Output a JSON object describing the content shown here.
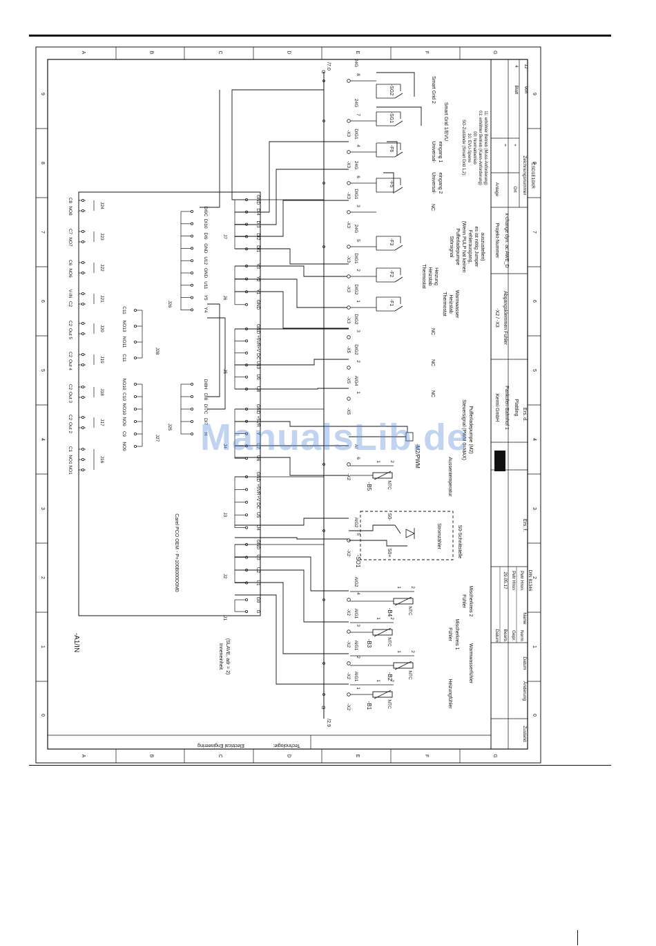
{
  "watermark": "ManualsLib.de",
  "grid": {
    "columns": [
      "A",
      "B",
      "C",
      "D",
      "E",
      "F",
      "G"
    ],
    "rows": [
      "9",
      "8",
      "7",
      "6",
      "5",
      "4",
      "3",
      "2",
      "1",
      "0"
    ]
  },
  "cross_refs": {
    "top": "/7.0",
    "bottom": "/2.9",
    "ground_top": "G",
    "ground_bottom": "G"
  },
  "controller": {
    "device_id": "-A1/IN",
    "model": "Carel PCO OEM - P+100B000D0M0",
    "unit_line1": "Inneneinheit",
    "unit_line2": "(SLAVE, adr = 2)"
  },
  "left_connectors": [
    {
      "id": "J24",
      "pins": [
        "C8",
        "NO8"
      ]
    },
    {
      "id": "J23",
      "pins": [
        "C7",
        "NO7"
      ]
    },
    {
      "id": "J22",
      "pins": [
        "C6",
        "NO6"
      ]
    },
    {
      "id": "J21",
      "pins": [
        "V-IN",
        "C2"
      ]
    },
    {
      "id": "J20",
      "pins": [
        "C2",
        "Out 5"
      ]
    },
    {
      "id": "J19",
      "pins": [
        "C2",
        "Out 4"
      ]
    },
    {
      "id": "J18",
      "pins": [
        "C2",
        "Out 3"
      ]
    },
    {
      "id": "J17",
      "pins": [
        "C2",
        "Out 2"
      ]
    },
    {
      "id": "J16",
      "pins": [
        "C1",
        "NO1",
        "NO1"
      ]
    }
  ],
  "mid_connectors": {
    "J28_label": "J28",
    "J28": [
      "C11",
      "NO13",
      "NO11",
      "C11"
    ],
    "J27_label": "J27",
    "J27": [
      "NO10",
      "C10",
      "NO10",
      "NO9",
      "C9",
      "NO9"
    ],
    "J26_label": "J26",
    "J26": [
      "DI9C",
      "DI10",
      "DI9",
      "GND",
      "U12",
      "GND",
      "U11",
      "Y5",
      "Y4"
    ],
    "J25_label": "J25",
    "J25": [
      "DI8H",
      "DI8",
      "DI7C",
      "DI7",
      "H"
    ]
  },
  "right_connectors": [
    {
      "id": "J7",
      "pins": [
        "GND",
        "DI4",
        "DI3",
        "DI2",
        "DI1"
      ]
    },
    {
      "id": "J6",
      "pins": [
        "Y3",
        "Y2",
        "Y1",
        "GND"
      ]
    },
    {
      "id": "J5",
      "pins": [
        "GND",
        "+5VR",
        "+V DC",
        "U10",
        "U9",
        "U8"
      ]
    },
    {
      "id": "J4",
      "pins": [
        "GND",
        "+5VR",
        "Y",
        "U7",
        "U6"
      ]
    },
    {
      "id": "J3",
      "pins": [
        "GND",
        "+5VR",
        "+V DC",
        "U5",
        "U4"
      ]
    },
    {
      "id": "J2",
      "pins": [
        "GND",
        "U3",
        "U2",
        "U1"
      ]
    },
    {
      "id": "J1",
      "pins": [
        "G0",
        "G"
      ]
    }
  ],
  "terminals": [
    {
      "strip": "-X3",
      "num": "8",
      "sig": "24G"
    },
    {
      "strip": "-X3",
      "num": "7",
      "sig": "24G"
    },
    {
      "strip": "-X3",
      "num": "4",
      "sig": "DIG1"
    },
    {
      "strip": "-X3",
      "num": "6",
      "sig": "24G"
    },
    {
      "strip": "-X3",
      "num": "3",
      "sig": "DIG1"
    },
    {
      "strip": "-X3",
      "num": "5",
      "sig": "24G"
    },
    {
      "strip": "-X3",
      "num": "2",
      "sig": "DIG1"
    },
    {
      "strip": "-X3",
      "num": "1",
      "sig": "DIG2"
    },
    {
      "strip": "-X5",
      "num": "3",
      "sig": "DIG2"
    },
    {
      "strip": "-X5",
      "num": "2",
      "sig": "DIG2"
    },
    {
      "strip": "-X5",
      "num": "1",
      "sig": "AIG4"
    },
    {
      "strip": "-X2",
      "num": "6",
      "sig": "AI"
    },
    {
      "strip": "-X2",
      "num": "5",
      "sig": "AIG2"
    },
    {
      "strip": "-X2",
      "num": "4",
      "sig": "AIG2"
    },
    {
      "strip": "-X2",
      "num": "3",
      "sig": "AIG1"
    },
    {
      "strip": "-X2",
      "num": "2",
      "sig": "AIG1"
    },
    {
      "strip": "-X2",
      "num": "1",
      "sig": "AIG1"
    }
  ],
  "components": {
    "SG2": "-SG2",
    "SG1": "-SG1",
    "F6": "-F6",
    "F5": "-F5",
    "F3": "-F3",
    "F2": "-F2",
    "F1": "-F1",
    "M2": "-M2/PWM",
    "B5": "-B5",
    "SO1": "-SO1",
    "B4": "-B4",
    "B3": "-B3",
    "B2": "-B2",
    "B1": "-B1",
    "NTC": "NTC"
  },
  "so_block": {
    "minus": "S0-",
    "plus": "S0+",
    "meter": "Stromzähler"
  },
  "descriptions": {
    "smart_grid_2": "Smart Grid 2",
    "smart_grid_1": "Smart Grid 1/EVU",
    "universal_1": [
      "Universal-",
      "eingang 1"
    ],
    "universal_2": [
      "Universal-",
      "eingang 2"
    ],
    "sg_states": [
      "SG-Zustände (Smart Grid 1,2):",
      "10: EVU-Sperre",
      "00: Normalbetrieb",
      "01: erhöhter Betrieb (Kann-Anforderung)",
      "11: erhöhter Betrieb (Muss-Anforderung)"
    ],
    "stoersignal": [
      "Störsignal",
      "Pufferladepumpe",
      "(Wenn PULP hat keinen",
      "Fehlerausgang,",
      "es ist nötig Jumper",
      "auszustellen)"
    ],
    "thermostat_heizung": [
      "Thermostat",
      "Heizstab",
      "Heizung"
    ],
    "thermostat_ww": [
      "Thermostat",
      "Heizstab",
      "Warmwasser"
    ],
    "nc": "NC",
    "steuersignal": [
      "Steuersignal (PWM 0=MAX)",
      "Pufferladepumpe (M2)"
    ],
    "aussentemp": "Aussentemperatur",
    "s0_interface": "S0-Schnittstelle",
    "fuehler_mk2": [
      "Fühler",
      "Mischerkreis 2"
    ],
    "fuehler_mk1": [
      "Fühler",
      "Mischerkreis 1"
    ],
    "ww_fuehler": "Warmwasserfühler",
    "heiz_fuehler": "Heizungfühler"
  },
  "title_block": {
    "heading": "-X2 / -X3",
    "subheading": "Abgangsklemmen Fühler",
    "company": [
      "Kermi GmbH",
      "Pankofen-Bahnhof 1",
      "Plattling"
    ],
    "logo": "KERMI",
    "project_label": "Projekt-Nummer",
    "project": "x-change dyn. ac AWE_D",
    "anlage_label": "Anlage",
    "anlage": "=",
    "ort_label": "Ort",
    "ort": "+",
    "drawing_label": "Zeichnungsnummer",
    "drawing": "CSD1E10XR",
    "blatt_label": "Blatt",
    "blatt": "4",
    "von_label": "von",
    "von": "12",
    "ers_f": "Ers. f.",
    "ers_d": "Ers. d.",
    "datum_label": "Datum",
    "datum": "29.05.17",
    "bearb_label": "Bearb.",
    "bearb": "Petr Hron",
    "gepr_label": "Gepr.",
    "gepr": "Petr Hron",
    "norm_label": "Norm",
    "norm": "DIN 81346",
    "zustand": "Zustand",
    "aenderung": "Änderung",
    "datum2": "Datum",
    "name": "Name",
    "technologie": "Technologie:",
    "technologie_value": "Electrical Engineering"
  }
}
